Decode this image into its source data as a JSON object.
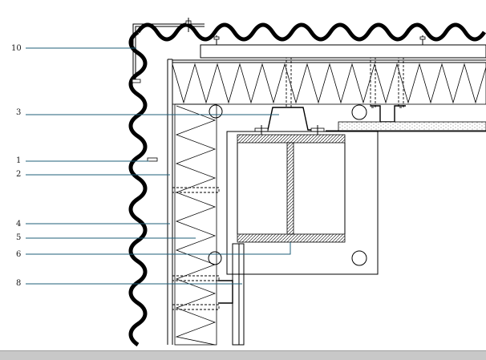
{
  "callouts": [
    {
      "id": "10",
      "label": "10"
    },
    {
      "id": "3",
      "label": "3"
    },
    {
      "id": "1",
      "label": "1"
    },
    {
      "id": "2",
      "label": "2"
    },
    {
      "id": "4",
      "label": "4"
    },
    {
      "id": "5",
      "label": "5"
    },
    {
      "id": "6",
      "label": "6"
    },
    {
      "id": "8",
      "label": "8"
    }
  ],
  "colors": {
    "leader": "#1f5f7a",
    "line": "#000000",
    "background": "#ffffff",
    "bottom_bar": "#c8c8c8"
  }
}
